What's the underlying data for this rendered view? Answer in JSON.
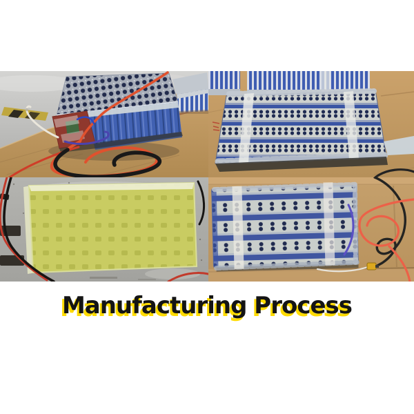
{
  "page": {
    "background_color": "#ffffff"
  },
  "title": {
    "text": "Manufacturing Process",
    "text_color": "#141414",
    "shadow_color": "#ffdb00"
  },
  "photos": [
    {
      "id": "top-left",
      "label": "Angled lithium battery pack of blue cells on cardboard with red, black and white wires"
    },
    {
      "id": "top-right",
      "label": "Battery packs with silver nickel-strip busbars strapped on cardboard boxes"
    },
    {
      "id": "bottom-left",
      "label": "Battery pack covered by a yellow epoxy insulation board with red and black wires"
    },
    {
      "id": "bottom-right",
      "label": "Top view of battery pack with nickel strips, looped wires and yellow XT60 connector"
    }
  ],
  "palette": {
    "cardboard": "#c49e67",
    "floor_gray": "#b2b2b0",
    "cell_blue": "#3b5aa9",
    "nickel_silver": "#ccd0cd",
    "board_yellow": "#c9cc63",
    "wire_red": "#d6402a",
    "wire_orange": "#e0512e",
    "wire_black": "#1c1c1c",
    "wire_purple": "#4b43ae",
    "wire_white": "#eae6db",
    "connector_yellow": "#dca81f"
  }
}
